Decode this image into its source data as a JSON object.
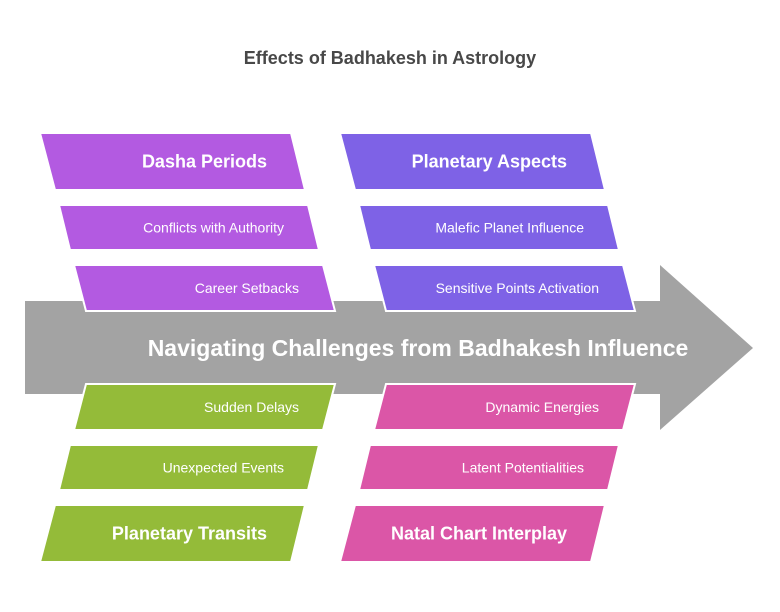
{
  "title": "Effects of Badhakesh in Astrology",
  "center": {
    "label": "Navigating Challenges from Badhakesh Influence",
    "color": "#a3a3a3"
  },
  "groups": [
    {
      "id": "dasha",
      "position": "top-left",
      "color": "#b35ae1",
      "title": "Dasha Periods",
      "items": [
        "Conflicts with Authority",
        "Career Setbacks"
      ]
    },
    {
      "id": "aspects",
      "position": "top-right",
      "color": "#7e62e6",
      "title": "Planetary Aspects",
      "items": [
        "Malefic Planet Influence",
        "Sensitive Points Activation"
      ]
    },
    {
      "id": "transits",
      "position": "bottom-left",
      "color": "#94bb39",
      "title": "Planetary Transits",
      "items": [
        "Unexpected Events",
        "Sudden Delays"
      ]
    },
    {
      "id": "natal",
      "position": "bottom-right",
      "color": "#db56a7",
      "title": "Natal Chart Interplay",
      "items": [
        "Latent Potentialities",
        "Dynamic Energies"
      ]
    }
  ]
}
